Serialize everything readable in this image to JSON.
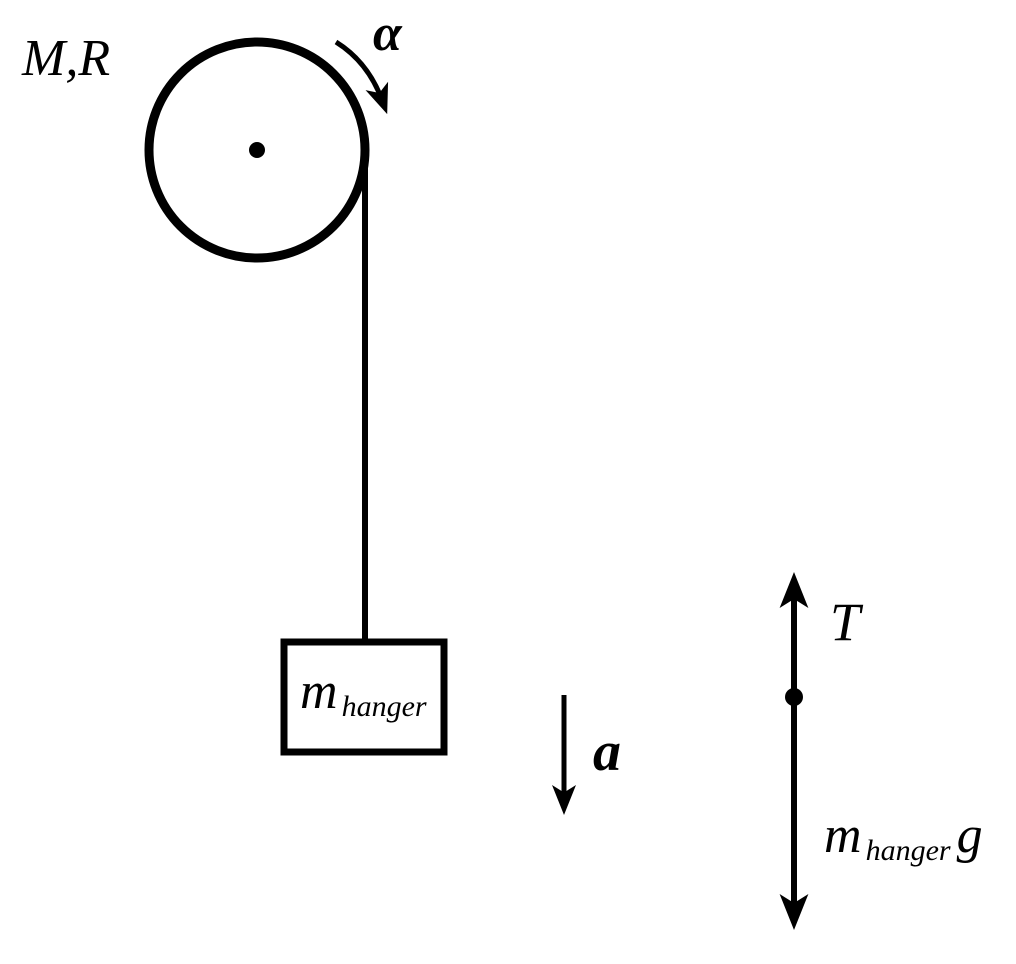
{
  "diagram": {
    "title": "Pulley with hanging mass and free-body diagram",
    "colors": {
      "ink": "#000000",
      "background": "#ffffff"
    },
    "pulley": {
      "label": "M,R",
      "angular_acceleration_label": "α",
      "rotation": "clockwise"
    },
    "hanger": {
      "label_main": "m",
      "label_sub": "hanger"
    },
    "acceleration": {
      "label": "a",
      "direction": "down"
    },
    "free_body": {
      "tension": {
        "label": "T",
        "direction": "up"
      },
      "weight": {
        "label_main": "m",
        "label_sub": "hanger",
        "label_tail": "g",
        "direction": "down"
      }
    }
  }
}
